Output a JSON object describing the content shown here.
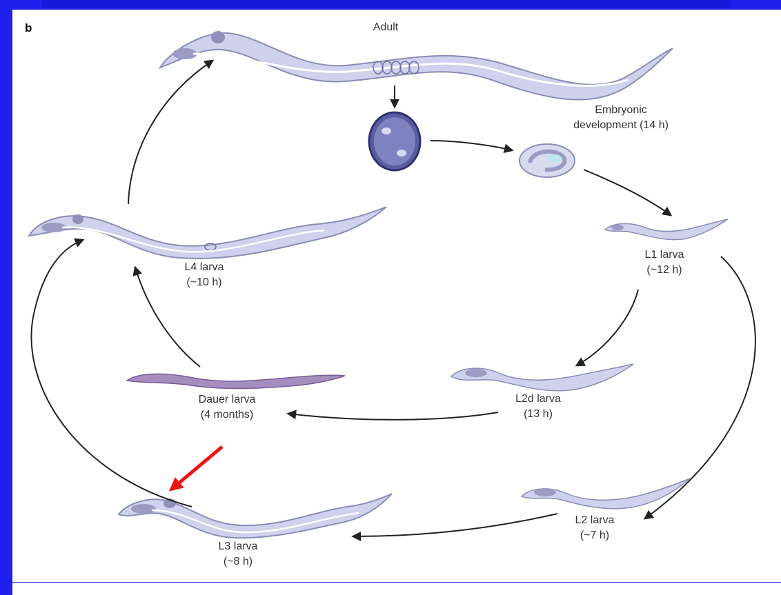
{
  "panel_label": "b",
  "colors": {
    "background": "#2020ee",
    "worm_body": "#cfd2ec",
    "worm_outline": "#8a8db5",
    "dauer": "#8b6fa8",
    "egg": "#5a5ca0",
    "arrow": "#222222",
    "highlight_arrow": "#ee1111"
  },
  "stages": {
    "adult": {
      "label": "Adult"
    },
    "embryo": {
      "label": "Embryonic",
      "label2": "development (14 h)"
    },
    "l1": {
      "label": "L1 larva",
      "duration": "(~12 h)"
    },
    "l2d": {
      "label": "L2d larva",
      "duration": "(13 h)"
    },
    "dauer": {
      "label": "Dauer larva",
      "duration": "(4 months)"
    },
    "l2": {
      "label": "L2 larva",
      "duration": "(~7 h)"
    },
    "l3": {
      "label": "L3 larva",
      "duration": "(~8 h)"
    },
    "l4": {
      "label": "L4 larva",
      "duration": "(~10 h)"
    }
  }
}
